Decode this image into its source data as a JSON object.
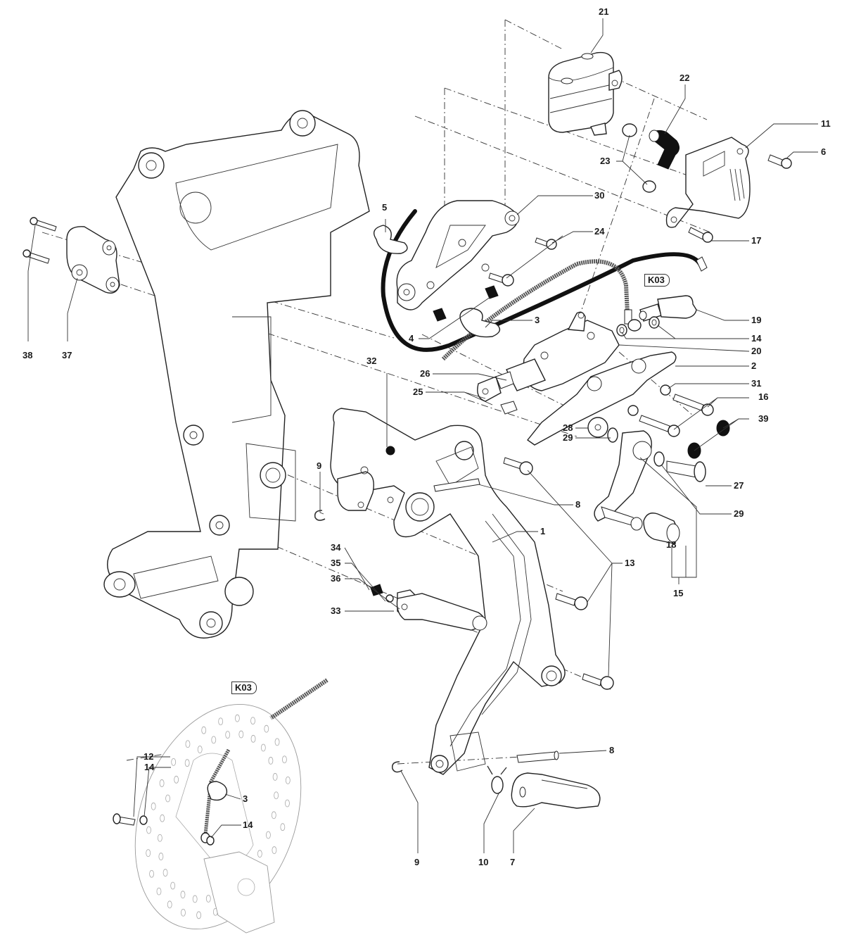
{
  "diagram": {
    "type": "exploded parts diagram",
    "subject": "Rear brake pedal / right footrest assembly with rear brake master cylinder",
    "callouts": [
      {
        "id": "c21",
        "label": "21"
      },
      {
        "id": "c22",
        "label": "22"
      },
      {
        "id": "c11",
        "label": "11"
      },
      {
        "id": "c6",
        "label": "6"
      },
      {
        "id": "c23",
        "label": "23"
      },
      {
        "id": "c30",
        "label": "30"
      },
      {
        "id": "c5",
        "label": "5"
      },
      {
        "id": "c24",
        "label": "24"
      },
      {
        "id": "c17",
        "label": "17"
      },
      {
        "id": "c19",
        "label": "19"
      },
      {
        "id": "c14a",
        "label": "14"
      },
      {
        "id": "c20",
        "label": "20"
      },
      {
        "id": "c3a",
        "label": "3"
      },
      {
        "id": "c4",
        "label": "4"
      },
      {
        "id": "c2",
        "label": "2"
      },
      {
        "id": "c26",
        "label": "26"
      },
      {
        "id": "c31",
        "label": "31"
      },
      {
        "id": "c16",
        "label": "16"
      },
      {
        "id": "c39",
        "label": "39"
      },
      {
        "id": "c25",
        "label": "25"
      },
      {
        "id": "c28",
        "label": "28"
      },
      {
        "id": "c29a",
        "label": "29"
      },
      {
        "id": "c27",
        "label": "27"
      },
      {
        "id": "c29b",
        "label": "29"
      },
      {
        "id": "c32",
        "label": "32"
      },
      {
        "id": "c9a",
        "label": "9"
      },
      {
        "id": "c8a",
        "label": "8"
      },
      {
        "id": "c1",
        "label": "1"
      },
      {
        "id": "c13",
        "label": "13"
      },
      {
        "id": "c18",
        "label": "18"
      },
      {
        "id": "c15",
        "label": "15"
      },
      {
        "id": "c34",
        "label": "34"
      },
      {
        "id": "c35",
        "label": "35"
      },
      {
        "id": "c36",
        "label": "36"
      },
      {
        "id": "c33",
        "label": "33"
      },
      {
        "id": "c38",
        "label": "38"
      },
      {
        "id": "c37",
        "label": "37"
      },
      {
        "id": "c12",
        "label": "12"
      },
      {
        "id": "c14b",
        "label": "14"
      },
      {
        "id": "c3b",
        "label": "3"
      },
      {
        "id": "c14c",
        "label": "14"
      },
      {
        "id": "c8b",
        "label": "8"
      },
      {
        "id": "c9b",
        "label": "9"
      },
      {
        "id": "c10",
        "label": "10"
      },
      {
        "id": "c7",
        "label": "7"
      }
    ],
    "reference_tags": [
      {
        "id": "k03a",
        "label": "K03"
      },
      {
        "id": "k03b",
        "label": "K03"
      }
    ]
  }
}
